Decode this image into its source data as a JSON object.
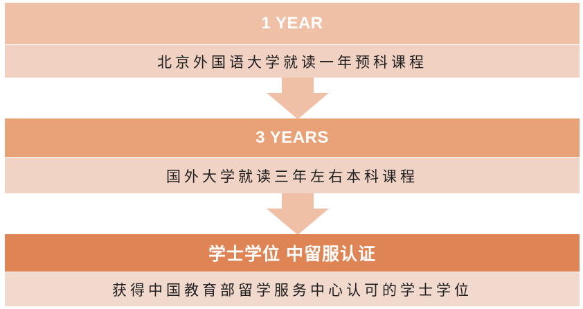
{
  "steps": [
    {
      "header": "1 YEAR",
      "description": "北京外国语大学就读一年预科课程",
      "header_color": "#efc0a6",
      "body_color": "#f1d1c2"
    },
    {
      "header": "3 YEARS",
      "description": "国外大学就读三年左右本科课程",
      "header_color": "#e9a278",
      "body_color": "#f1d3c5"
    },
    {
      "header": "学士学位  中留服认证",
      "description": "获得中国教育部留学服务中心认可的学士学位",
      "header_color": "#df8454",
      "body_color": "#f2d9ce"
    }
  ],
  "arrow_color": "#efc0a6",
  "icons": [
    "down-arrow-icon",
    "down-arrow-icon"
  ]
}
